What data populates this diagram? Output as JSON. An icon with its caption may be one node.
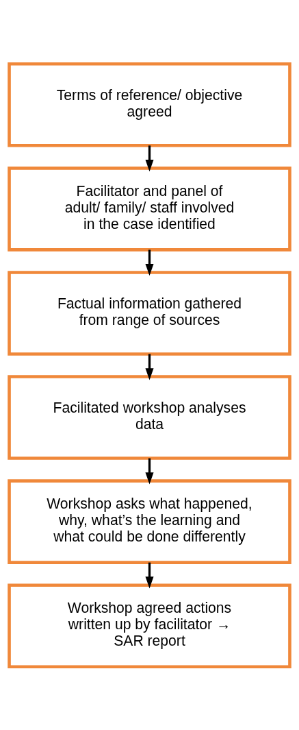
{
  "diagram": {
    "nodes": [
      {
        "text": [
          "Terms of reference/ objective agreed"
        ]
      },
      {
        "text": [
          "Facilitator and panel of adult/ family/ staff involved in the case identified"
        ]
      },
      {
        "text": [
          "Factual information gathered from range of sources"
        ]
      },
      {
        "text": [
          "Facilitated workshop analyses data"
        ]
      },
      {
        "text": [
          "Workshop asks what happened, why, what’s the learning and what could be done differently"
        ]
      },
      {
        "text": [
          "Workshop agreed actions written up by facilitator → SAR report"
        ]
      }
    ],
    "edges": [
      {
        "from": 0,
        "to": 1,
        "arrow": "to"
      },
      {
        "from": 1,
        "to": 2,
        "arrow": "to"
      },
      {
        "from": 2,
        "to": 3,
        "arrow": "to"
      },
      {
        "from": 3,
        "to": 4,
        "arrow": "to"
      },
      {
        "from": 4,
        "to": 5,
        "arrow": "to"
      }
    ]
  }
}
